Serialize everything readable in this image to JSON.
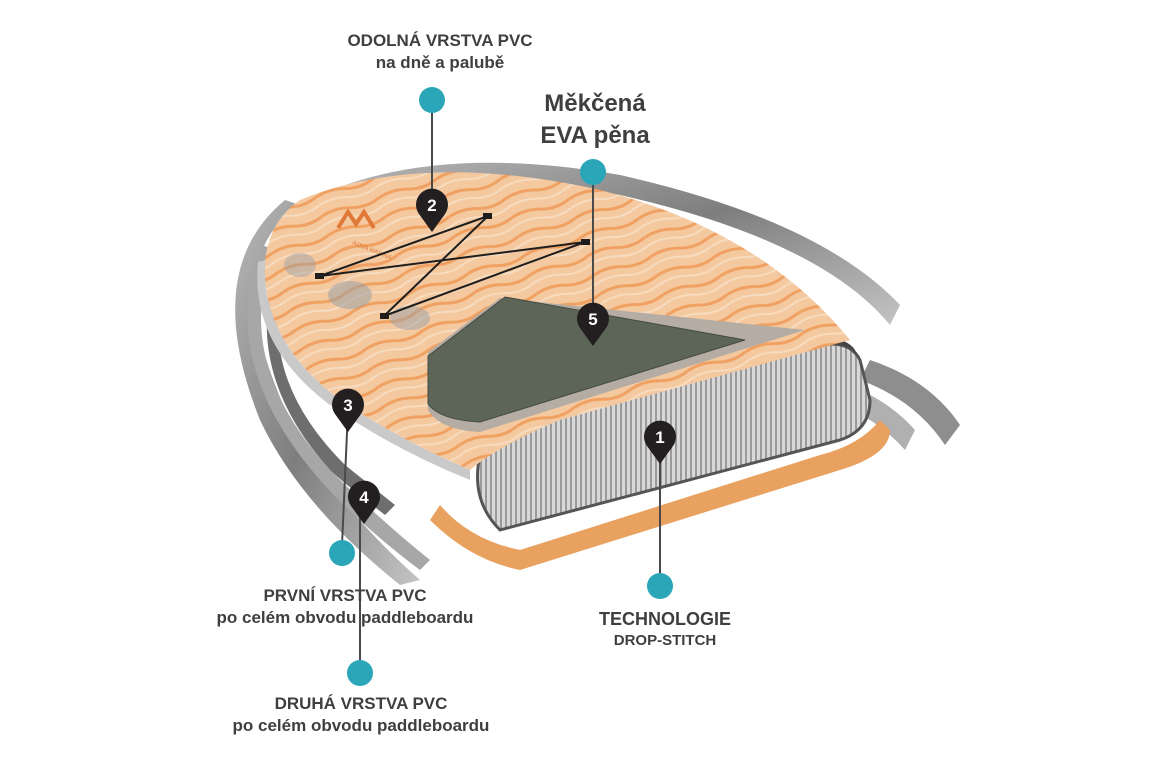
{
  "labels": {
    "odolna": {
      "line1": "ODOLNÁ VRSTVA PVC",
      "line2": "na dně a palubě"
    },
    "eva": {
      "line1": "Měkčená",
      "line2": "EVA pěna"
    },
    "prvni": {
      "line1": "PRVNÍ VRSTVA PVC",
      "line2": "po celém obvodu paddleboardu"
    },
    "druha": {
      "line1": "DRUHÁ VRSTVA PVC",
      "line2": "po celém obvodu paddleboardu"
    },
    "tech": {
      "line1": "TECHNOLOGIE",
      "line2": "DROP-STITCH"
    }
  },
  "markers": [
    "1",
    "2",
    "3",
    "4",
    "5"
  ],
  "brand_logo": "AQUA MARINA",
  "colors": {
    "callout_dot": "#2aa6b8",
    "marker_pin": "#231f20",
    "deck_orange": "#f0a868",
    "pad_green": "#5d6458",
    "pvc_gray": "#8a8a8a",
    "text": "#3f3f3f"
  }
}
